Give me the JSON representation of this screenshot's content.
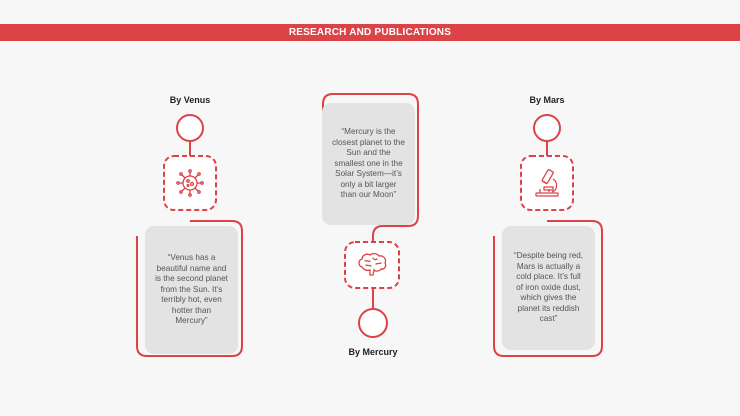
{
  "header": {
    "title": "RESEARCH AND PUBLICATIONS"
  },
  "colors": {
    "accent": "#db4346",
    "card": "#e3e3e3",
    "background": "#f7f7f7"
  },
  "columns": [
    {
      "author": "By Venus",
      "icon": "virus-icon",
      "quote": "“Venus has a beautiful name and is the second planet from the Sun. It’s terribly hot, even hotter than Mercury”"
    },
    {
      "author": "By Mercury",
      "icon": "brain-icon",
      "quote": "“Mercury is the closest planet to the Sun and the smallest one in the Solar System—it’s only a bit larger than our Moon”"
    },
    {
      "author": "By Mars",
      "icon": "microscope-icon",
      "quote": "“Despite being red, Mars is actually a cold place. It’s full of iron oxide dust, which gives the planet its reddish cast”"
    }
  ]
}
